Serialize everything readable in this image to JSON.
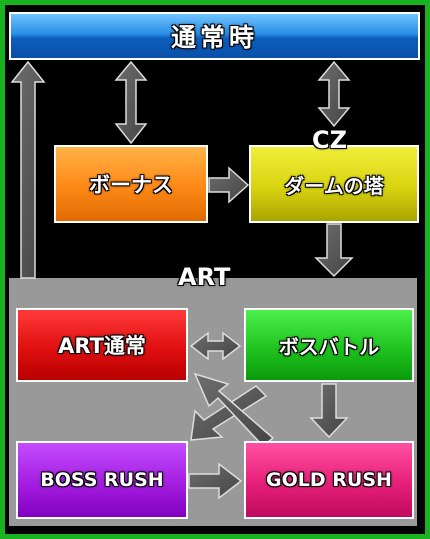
{
  "nodes": {
    "normal": "通常時",
    "bonus": "ボーナス",
    "tower": "ダームの塔",
    "art_normal": "ART通常",
    "boss_battle": "ボスバトル",
    "boss_rush": "BOSS RUSH",
    "gold_rush": "GOLD RUSH"
  },
  "labels": {
    "cz": "CZ",
    "art": "ART"
  },
  "colors": {
    "frame": "#19b31f",
    "background": "#000000",
    "art_panel": "#999999",
    "arrow_fill": "#555555",
    "arrow_stroke": "#dddddd"
  }
}
